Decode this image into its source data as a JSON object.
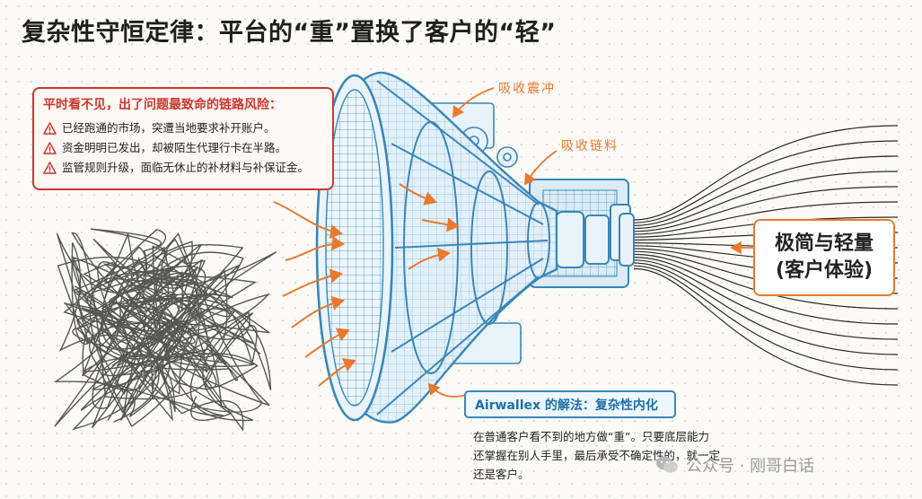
{
  "title": "复杂性守恒定律：平台的“重”置换了客户的“轻”",
  "risk_box": {
    "title": "平时看不见，出了问题最致命的链路风险：",
    "items": [
      "已经跑通的市场，突遭当地要求补开账户。",
      "资金明明已发出，却被陌生代理行卡在半路。",
      "监管规则升级，面临无休止的补材料与补保证金。"
    ]
  },
  "annotations": {
    "absorb_shock": "吸收震冲",
    "absorb_chain": "吸收链料"
  },
  "experience_box": {
    "line1": "极简与轻量",
    "line2": "(客户体验)"
  },
  "solution": {
    "title": "Airwallex 的解法：复杂性内化",
    "lines": [
      "在普通客户看不到的地方做“重”。只要底层能力",
      "还掌握在别人手里，最后承受不确定性的，就一定",
      "还是客户。"
    ]
  },
  "watermark": "公众号 · 刚哥白话",
  "colors": {
    "risk": "#c9382f",
    "accent": "#e8792e",
    "blueprint": "#3a86b8",
    "ink": "#2b2b2b"
  }
}
